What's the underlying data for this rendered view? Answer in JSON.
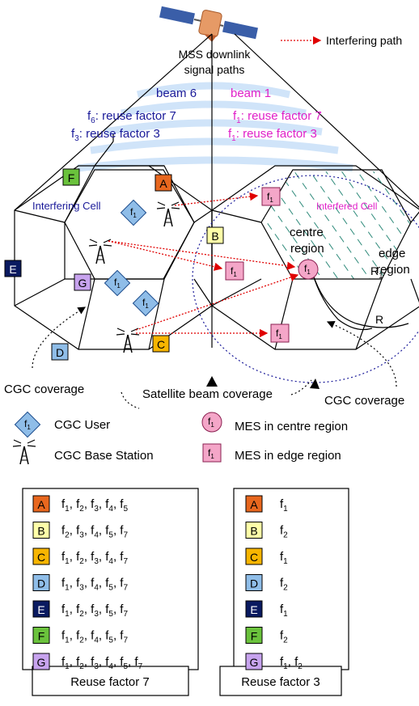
{
  "title": {
    "line1": "MSS downlink",
    "line2": "signal paths"
  },
  "legend_top": {
    "interfering_path": "Interfering path"
  },
  "beams": {
    "beam6": {
      "name": "beam 6",
      "reuse7_sym": "f",
      "reuse7_sub": "6",
      "reuse7_text": ": reuse factor 7",
      "reuse3_sym": "f",
      "reuse3_sub": "3",
      "reuse3_text": ": reuse factor 3"
    },
    "beam1": {
      "name": "beam 1",
      "reuse7_sym": "f",
      "reuse7_sub": "1",
      "reuse7_text": ": reuse factor 7",
      "reuse3_sym": "f",
      "reuse3_sub": "1",
      "reuse3_text": ": reuse factor 3"
    }
  },
  "cells": {
    "interfering": "Interfering Cell",
    "interfered": "Interfered Cell",
    "centre_region_1": "centre",
    "centre_region_2": "region",
    "edge_region_1": "edge",
    "edge_region_2": "region",
    "r1_sym": "R",
    "r1_sub": "1",
    "r": "R"
  },
  "cell_labels": {
    "A": "A",
    "B": "B",
    "C": "C",
    "D": "D",
    "E": "E",
    "F": "F",
    "G": "G"
  },
  "cell_colors": {
    "A": "#e8671e",
    "B": "#ffffa8",
    "C": "#f7b500",
    "D": "#8fbde8",
    "E": "#0a1a60",
    "F": "#6ac23c",
    "G": "#c7a3ee"
  },
  "colors": {
    "user_fill": "#8fbde8",
    "mes_fill": "#f4a6c8",
    "interfering": "#e00000",
    "beam6_text": "#1a1a99",
    "beam1_text": "#e020c8",
    "interfering_cell_text": "#1a1a99",
    "interfered_cell_text": "#e020c8",
    "hatch": "#2e8a7a",
    "circle": "#1a1a99"
  },
  "f1": {
    "sym": "f",
    "sub": "1"
  },
  "coverage": {
    "cgc_left": "CGC coverage",
    "satellite": "Satellite beam coverage",
    "cgc_right": "CGC coverage"
  },
  "legend": {
    "cgc_user": "CGC User",
    "cgc_base_station": "CGC Base Station",
    "mes_centre": "MES in centre region",
    "mes_edge": "MES in edge region"
  },
  "reuse7": {
    "caption": "Reuse factor  7",
    "rows": [
      {
        "cell": "A",
        "freqs": [
          "1",
          "2",
          "3",
          "4",
          "5"
        ]
      },
      {
        "cell": "B",
        "freqs": [
          "2",
          "3",
          "4",
          "5",
          "7"
        ]
      },
      {
        "cell": "C",
        "freqs": [
          "1",
          "2",
          "3",
          "4",
          "7"
        ]
      },
      {
        "cell": "D",
        "freqs": [
          "1",
          "3",
          "4",
          "5",
          "7"
        ]
      },
      {
        "cell": "E",
        "freqs": [
          "1",
          "2",
          "3",
          "5",
          "7"
        ]
      },
      {
        "cell": "F",
        "freqs": [
          "1",
          "2",
          "4",
          "5",
          "7"
        ]
      },
      {
        "cell": "G",
        "freqs": [
          "1",
          "2",
          "3",
          "4",
          "5",
          "7"
        ]
      }
    ]
  },
  "reuse3": {
    "caption": "Reuse factor  3",
    "rows": [
      {
        "cell": "A",
        "freqs": [
          "1"
        ]
      },
      {
        "cell": "B",
        "freqs": [
          "2"
        ]
      },
      {
        "cell": "C",
        "freqs": [
          "1"
        ]
      },
      {
        "cell": "D",
        "freqs": [
          "2"
        ]
      },
      {
        "cell": "E",
        "freqs": [
          "1"
        ]
      },
      {
        "cell": "F",
        "freqs": [
          "2"
        ]
      },
      {
        "cell": "G",
        "freqs": [
          "1",
          "2"
        ]
      }
    ]
  }
}
